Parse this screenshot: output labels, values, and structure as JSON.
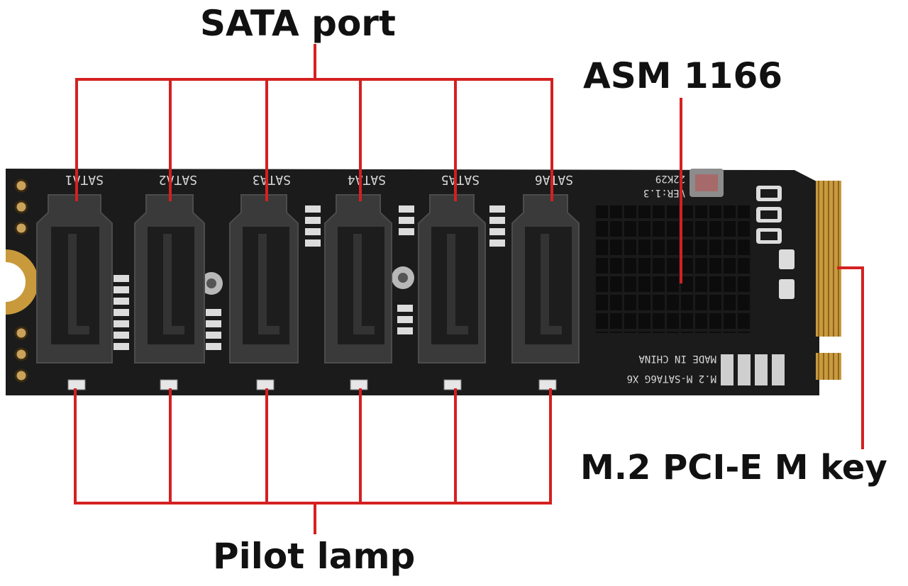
{
  "callouts": {
    "sata_port": "SATA  port",
    "asm": "ASM 1166",
    "m2": "M.2 PCI-E M key",
    "pilot_lamp": "Pilot lamp"
  },
  "board": {
    "port_labels": [
      "SATA1",
      "SATA2",
      "SATA3",
      "SATA4",
      "SATA5",
      "SATA6"
    ],
    "silk_made": "MADE IN CHINA",
    "silk_model": "M.2 M-SATA6G X6",
    "silk_version": "VER:1.3",
    "silk_date": "22K29"
  },
  "colors": {
    "board": "#1b1b1b",
    "line": "#d42020",
    "gold": "#c99a3c"
  }
}
